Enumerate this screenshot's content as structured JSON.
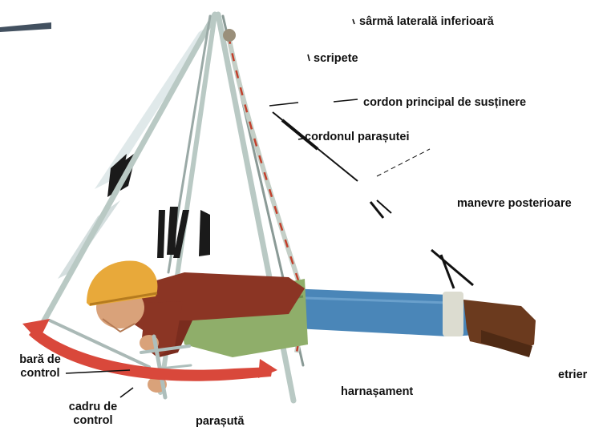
{
  "labels": {
    "lower_side_wire": "sârmă laterală inferioară",
    "pulleys": "scripete",
    "main_support_cord": "cordon principal de susținere",
    "parachute_cord": "cordonul parașutei",
    "rear_maneuvers": "manevre posterioare",
    "control_bar_line1": "bară de",
    "control_bar_line2": "control",
    "control_frame_line1": "cadru de",
    "control_frame_line2": "control",
    "parachute": "parașută",
    "harness": "harnașament",
    "stirrup": "etrier"
  },
  "colors": {
    "helmet": "#e8a93a",
    "jacket": "#8b3524",
    "harness": "#8fae6a",
    "jeans": "#4a86b8",
    "boots": "#6b3a1e",
    "skin": "#d9a27a",
    "frame": "#b9c9c4",
    "parachute_arc": "#d9483b",
    "leader": "#111111"
  }
}
